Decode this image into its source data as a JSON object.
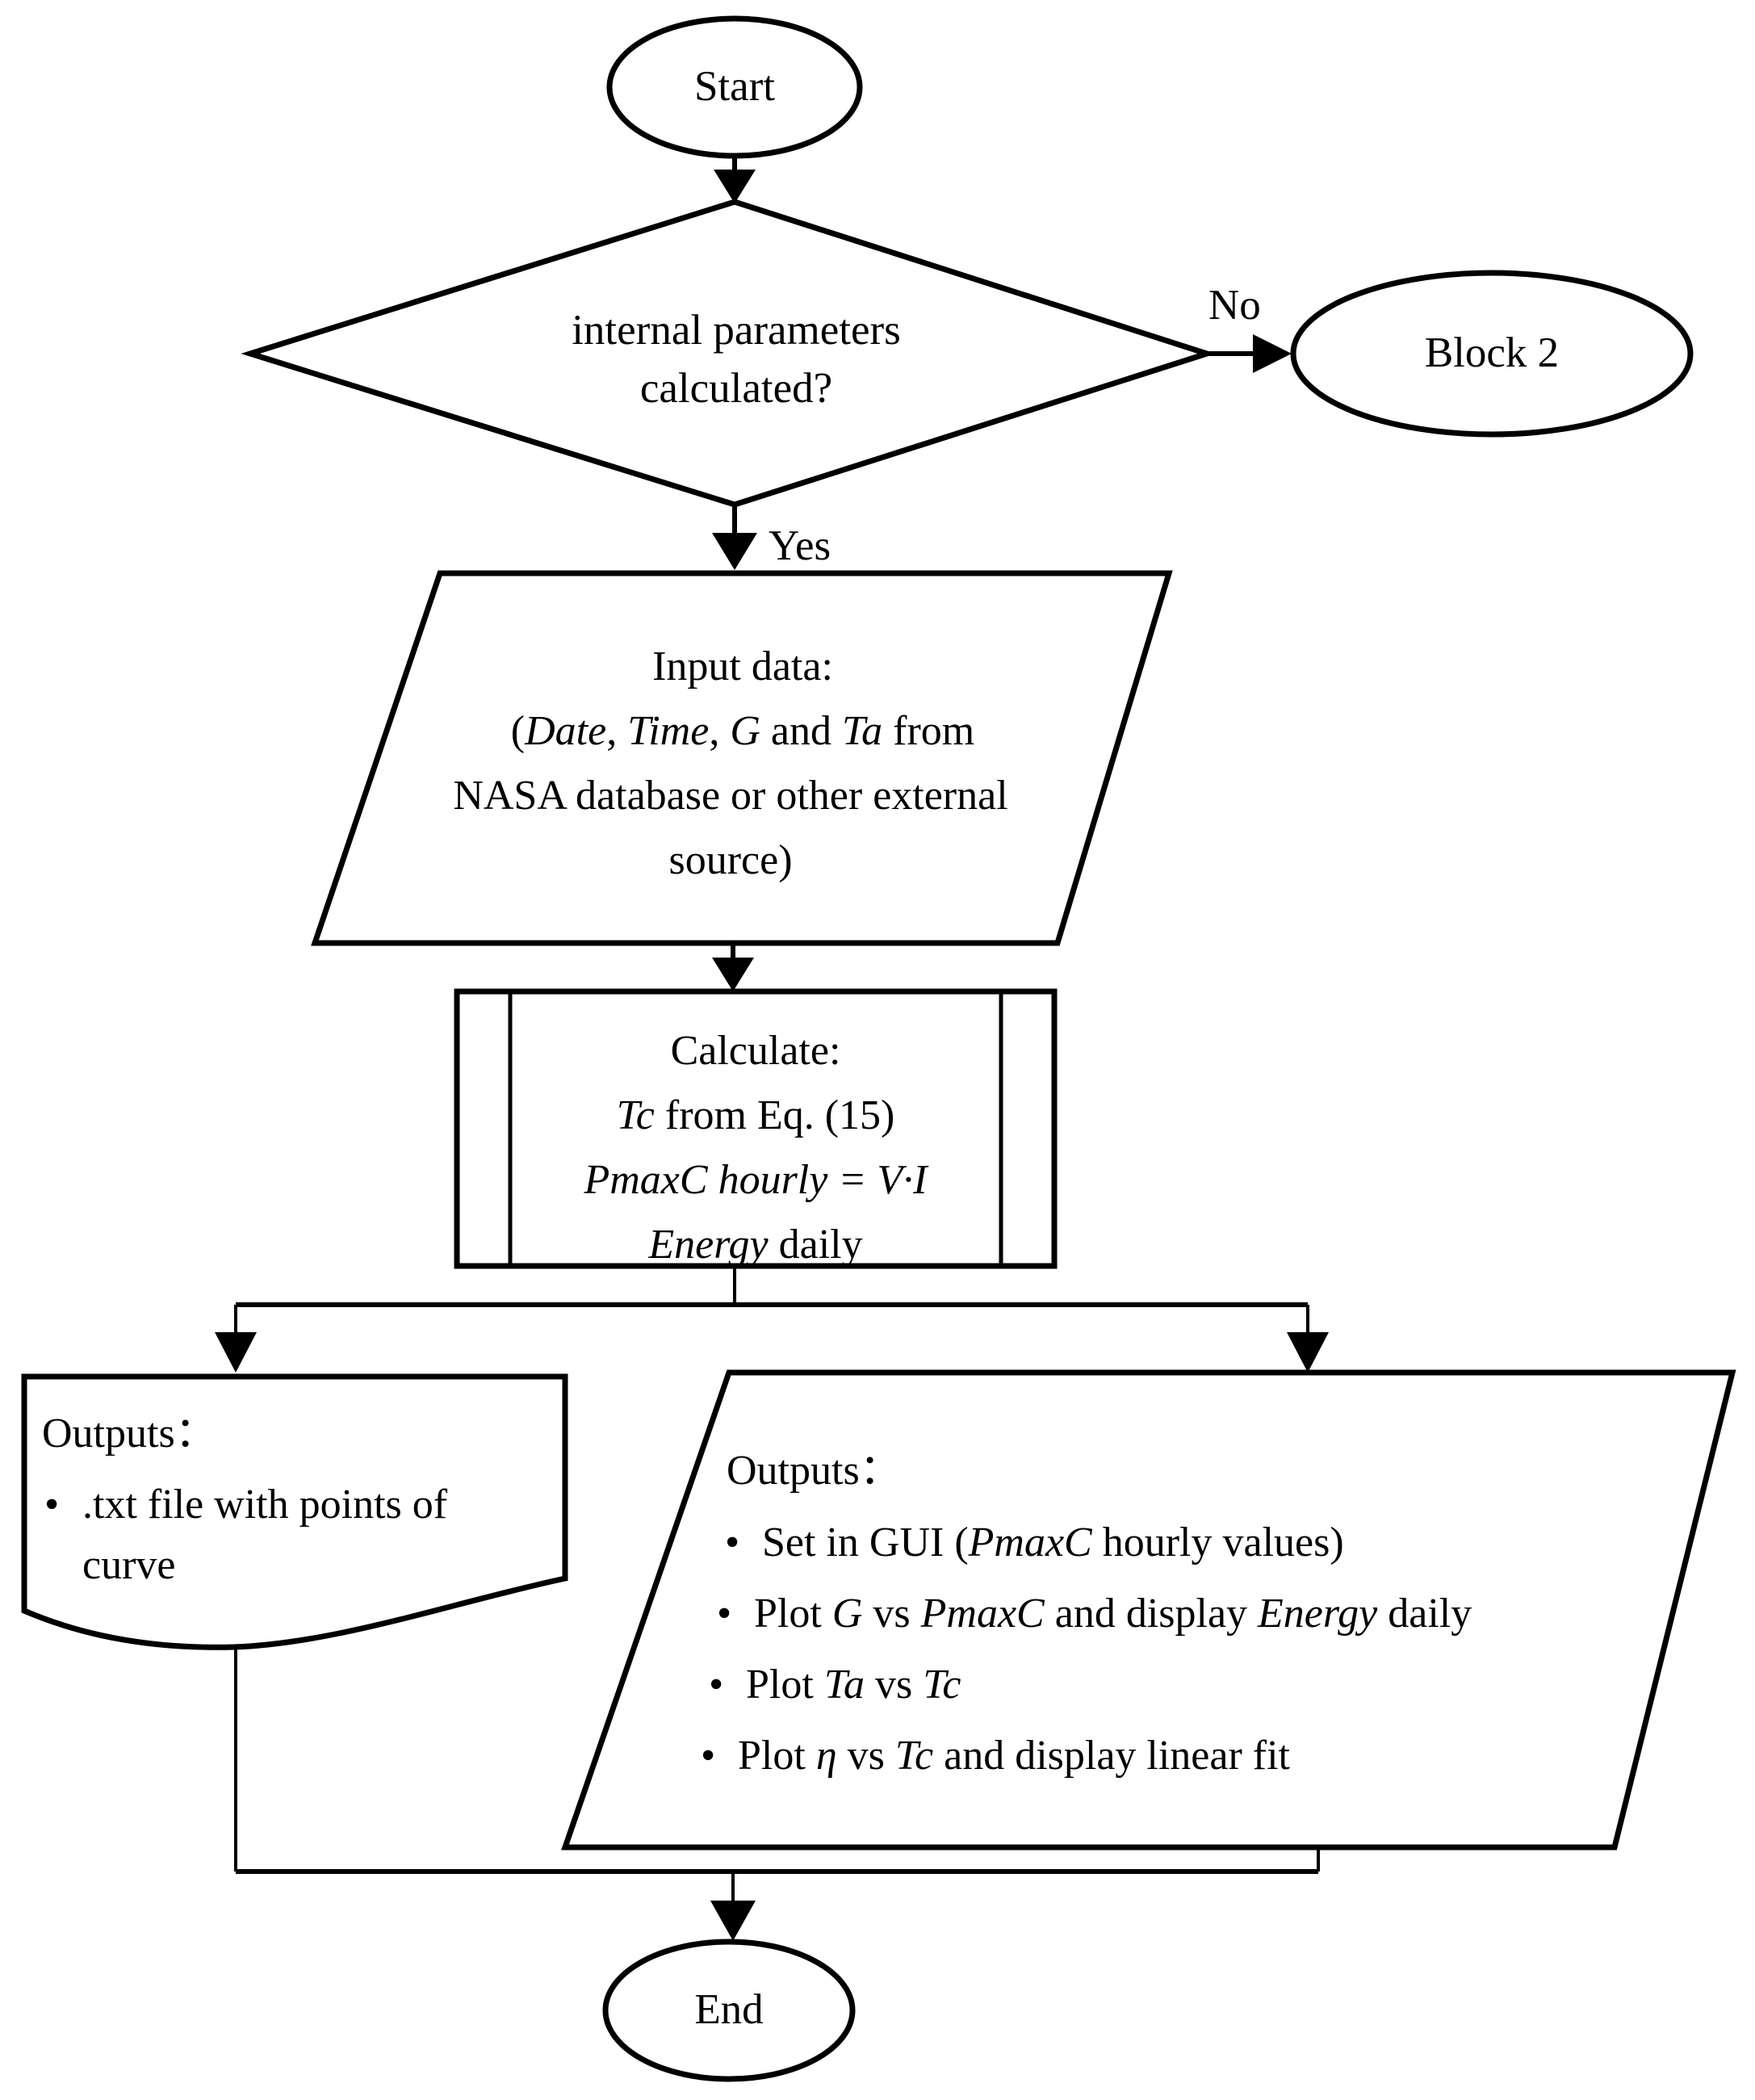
{
  "diagram": {
    "title": "PV system simulation flowchart",
    "stroke_color": "#000000",
    "fill_color": "#ffffff",
    "nodes": {
      "start": {
        "shape": "ellipse",
        "label": "Start"
      },
      "decision": {
        "shape": "diamond",
        "line1": "internal parameters",
        "line2": "calculated?"
      },
      "block2": {
        "shape": "ellipse",
        "label": "Block 2"
      },
      "input_data": {
        "shape": "parallelogram",
        "line1": "Input data:",
        "line2_parts": [
          {
            "text": "(",
            "italic": false
          },
          {
            "text": "Date",
            "italic": true
          },
          {
            "text": ", ",
            "italic": false
          },
          {
            "text": "Time",
            "italic": true
          },
          {
            "text": ", ",
            "italic": false
          },
          {
            "text": "G",
            "italic": true
          },
          {
            "text": " and ",
            "italic": false
          },
          {
            "text": "Ta",
            "italic": true
          },
          {
            "text": " from",
            "italic": false
          }
        ],
        "line3": "NASA database or other external",
        "line4": "source)"
      },
      "calculate": {
        "shape": "predefined-process",
        "line1": "Calculate:",
        "line2_parts": [
          {
            "text": "Tc",
            "italic": true
          },
          {
            "text": " from Eq. (15)",
            "italic": false
          }
        ],
        "line3_parts": [
          {
            "text": "PmaxC hourly = V·I",
            "italic": true
          }
        ],
        "line4_parts": [
          {
            "text": "Energy",
            "italic": true
          },
          {
            "text": " daily",
            "italic": false
          }
        ]
      },
      "outputs_file": {
        "shape": "document",
        "heading": "Outputs：",
        "bullets": [
          {
            "line1": ".txt file with points of",
            "line2": "curve"
          }
        ]
      },
      "outputs_gui": {
        "shape": "parallelogram",
        "heading": "Outputs：",
        "bullets": [
          {
            "parts": [
              {
                "text": "Set in GUI (",
                "italic": false
              },
              {
                "text": "PmaxC",
                "italic": true
              },
              {
                "text": " hourly values)",
                "italic": false
              }
            ]
          },
          {
            "parts": [
              {
                "text": "Plot ",
                "italic": false
              },
              {
                "text": "G",
                "italic": true
              },
              {
                "text": " vs ",
                "italic": false
              },
              {
                "text": "PmaxC",
                "italic": true
              },
              {
                "text": " and display ",
                "italic": false
              },
              {
                "text": "Energy",
                "italic": true
              },
              {
                "text": " daily",
                "italic": false
              }
            ]
          },
          {
            "parts": [
              {
                "text": "Plot ",
                "italic": false
              },
              {
                "text": "Ta",
                "italic": true
              },
              {
                "text": " vs ",
                "italic": false
              },
              {
                "text": "Tc",
                "italic": true
              }
            ]
          },
          {
            "parts": [
              {
                "text": "Plot ",
                "italic": false
              },
              {
                "text": "η",
                "italic": true
              },
              {
                "text": " vs ",
                "italic": false
              },
              {
                "text": "Tc",
                "italic": true
              },
              {
                "text": " and display linear fit",
                "italic": false
              }
            ]
          }
        ]
      },
      "end": {
        "shape": "ellipse",
        "label": "End"
      }
    },
    "edge_labels": {
      "no": "No",
      "yes": "Yes"
    },
    "bullet_glyph": "•"
  }
}
